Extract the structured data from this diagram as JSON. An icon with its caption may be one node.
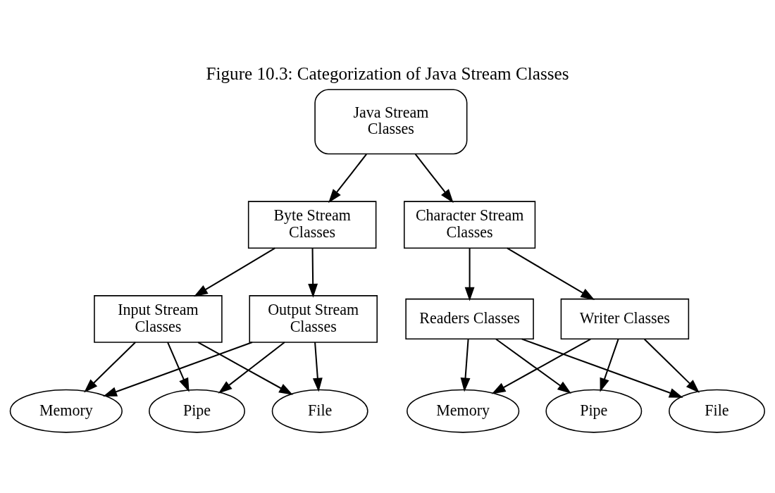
{
  "diagram": {
    "title": "Figure 10.3: Categorization of Java Stream Classes",
    "nodes": [
      {
        "text": [
          "Java Stream Classes"
        ]
      },
      {
        "text": [
          "Byte Stream Classes"
        ]
      },
      {
        "text": [
          "Character Stream Classes"
        ]
      },
      {
        "text": [
          "Input Stream Classes"
        ]
      },
      {
        "text": [
          "Output Stream Classes"
        ]
      },
      {
        "text": [
          "Readers Classes"
        ]
      },
      {
        "text": [
          "Writer Classes"
        ]
      },
      {
        "text": [
          "Memory"
        ]
      },
      {
        "text": [
          "Pipe"
        ]
      },
      {
        "text": [
          "File"
        ]
      },
      {
        "text": [
          "Memory"
        ]
      },
      {
        "text": [
          "Pipe"
        ]
      },
      {
        "text": [
          "File"
        ]
      }
    ],
    "edges": [
      {
        "from": 0,
        "to": 1,
        "arrow": "to"
      },
      {
        "from": 0,
        "to": 2,
        "arrow": "to"
      },
      {
        "from": 1,
        "to": 3,
        "arrow": "to"
      },
      {
        "from": 1,
        "to": 4,
        "arrow": "to"
      },
      {
        "from": 2,
        "to": 5,
        "arrow": "to"
      },
      {
        "from": 2,
        "to": 6,
        "arrow": "to"
      },
      {
        "from": 3,
        "to": 7,
        "arrow": "to"
      },
      {
        "from": 3,
        "to": 8,
        "arrow": "to"
      },
      {
        "from": 3,
        "to": 9,
        "arrow": "to"
      },
      {
        "from": 4,
        "to": 7,
        "arrow": "to"
      },
      {
        "from": 4,
        "to": 8,
        "arrow": "to"
      },
      {
        "from": 4,
        "to": 9,
        "arrow": "to"
      },
      {
        "from": 5,
        "to": 10,
        "arrow": "to"
      },
      {
        "from": 5,
        "to": 11,
        "arrow": "to"
      },
      {
        "from": 5,
        "to": 12,
        "arrow": "to"
      },
      {
        "from": 6,
        "to": 10,
        "arrow": "to"
      },
      {
        "from": 6,
        "to": 11,
        "arrow": "to"
      },
      {
        "from": 6,
        "to": 12,
        "arrow": "to"
      }
    ]
  }
}
